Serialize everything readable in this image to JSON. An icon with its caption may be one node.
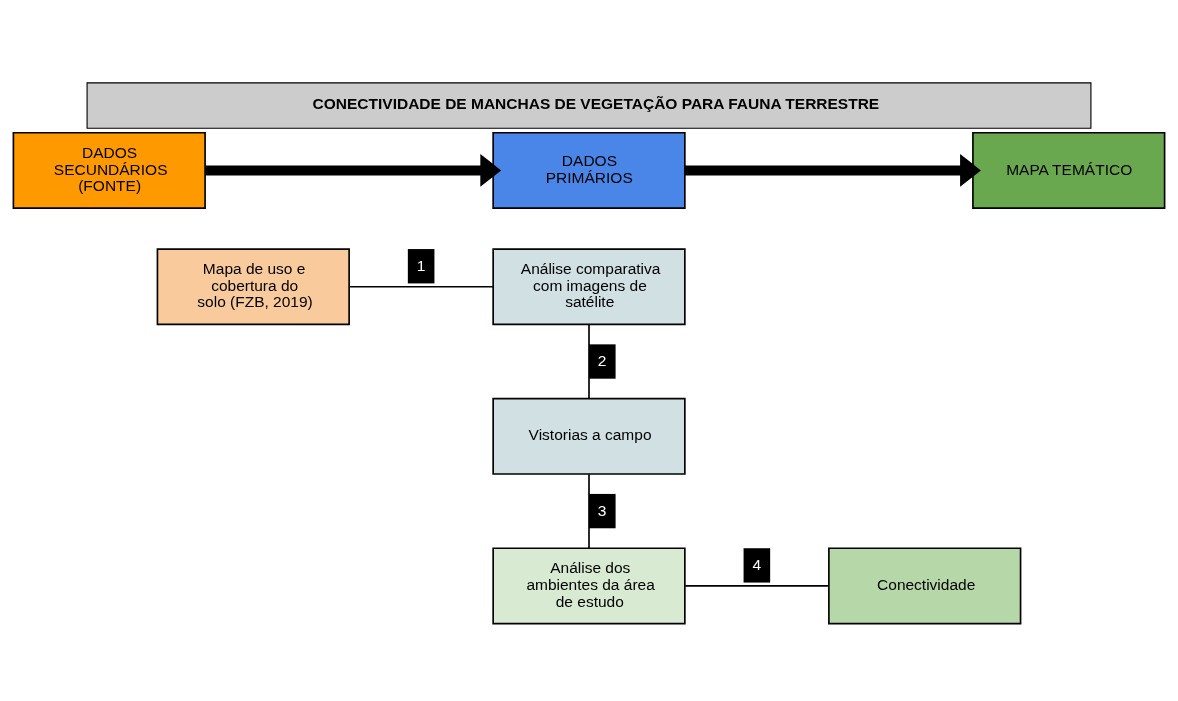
{
  "diagram": {
    "title": "CONECTIVIDADE DE MANCHAS DE VEGETAÇÃO PARA FAUNA TERRESTRE",
    "nodes": [
      {
        "text": [
          "DADOS SECUNDÁRIOS (FONTE)"
        ]
      },
      {
        "text": [
          "DADOS PRIMÁRIOS"
        ]
      },
      {
        "text": [
          "MAPA TEMÁTICO"
        ]
      },
      {
        "text": [
          "Mapa de uso e cobertura do solo (FZB, 2019)"
        ]
      },
      {
        "text": [
          "Análise comparativa com imagens de satélite"
        ]
      },
      {
        "text": [
          "Vistorias a campo"
        ]
      },
      {
        "text": [
          "Análise dos ambientes da área de estudo"
        ]
      },
      {
        "text": [
          "Conectividade"
        ]
      }
    ],
    "edges": [
      {
        "from": 0,
        "to": 1,
        "arrow": "to",
        "style": "thick"
      },
      {
        "from": 1,
        "to": 2,
        "arrow": "to",
        "style": "thick"
      },
      {
        "from": 3,
        "to": 4,
        "arrow": "none",
        "label": "1"
      },
      {
        "from": 4,
        "to": 5,
        "arrow": "none",
        "label": "2"
      },
      {
        "from": 5,
        "to": 6,
        "arrow": "none",
        "label": "3"
      },
      {
        "from": 6,
        "to": 7,
        "arrow": "none",
        "label": "4"
      }
    ]
  }
}
